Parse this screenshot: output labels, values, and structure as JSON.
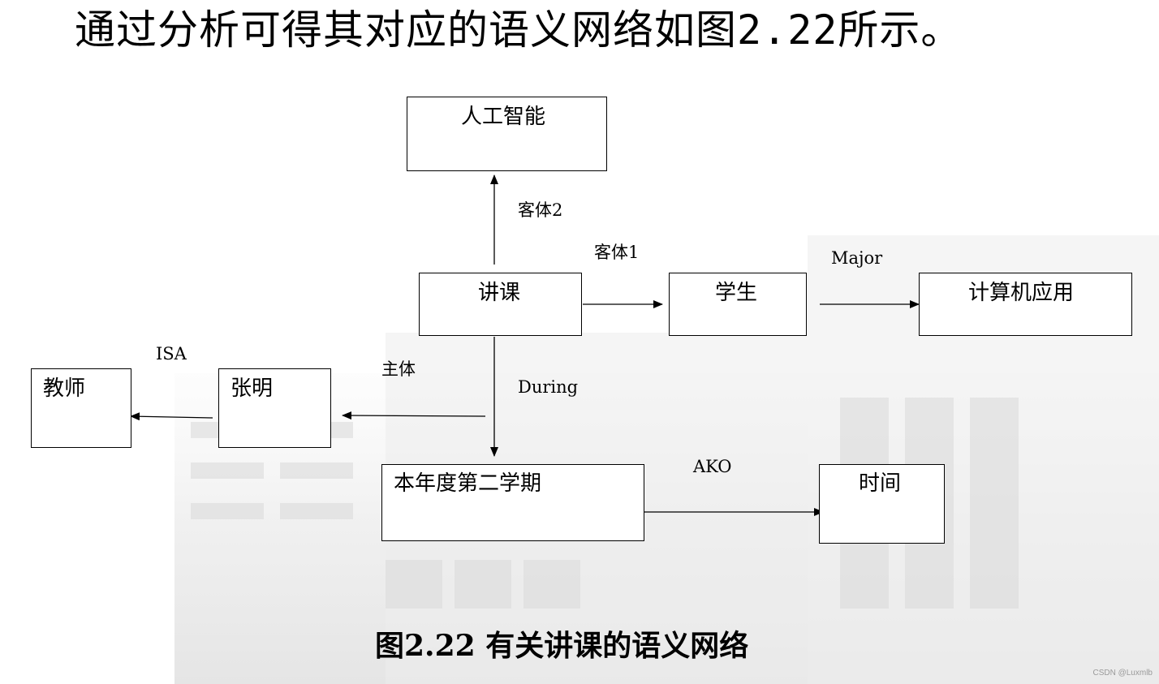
{
  "heading": "通过分析可得其对应的语义网络如图2.22所示。",
  "nodes": {
    "ai": "人工智能",
    "lecture": "讲课",
    "student": "学生",
    "computer_app": "计算机应用",
    "teacher": "教师",
    "zhangming": "张明",
    "semester": "本年度第二学期",
    "time": "时间"
  },
  "edges": {
    "object2": "客体2",
    "object1": "客体1",
    "major": "Major",
    "isa": "ISA",
    "subject": "主体",
    "during": "During",
    "ako": "AKO"
  },
  "caption": "图2.22  有关讲课的语义网络",
  "credit": "CSDN @Luxmlb"
}
